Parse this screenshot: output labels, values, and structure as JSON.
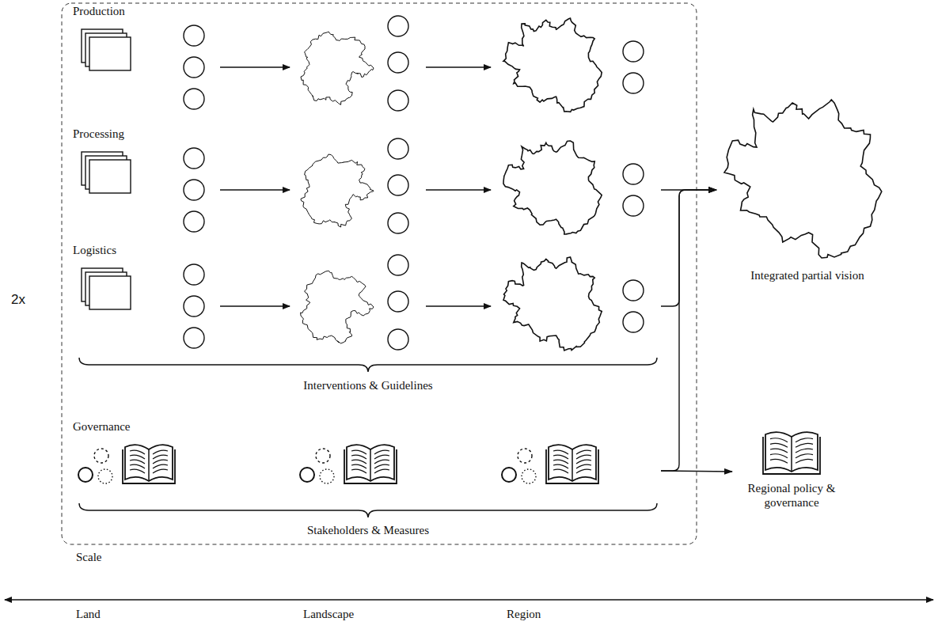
{
  "diagram": {
    "nodes": [
      {
        "text": [
          "Production"
        ]
      },
      {
        "text": [
          "Processing"
        ]
      },
      {
        "text": [
          "Logistics"
        ]
      },
      {
        "text": [
          "Integrated partial vision"
        ]
      },
      {
        "text": [
          "Governance"
        ]
      },
      {
        "text": [
          "Regional policy & governance"
        ]
      }
    ],
    "edges": [
      {
        "from": 1,
        "to": 3,
        "arrow": "to"
      },
      {
        "from": 2,
        "to": 3,
        "arrow": "to"
      },
      {
        "from": 4,
        "to": 3,
        "arrow": "to"
      },
      {
        "from": 4,
        "to": 5,
        "arrow": "to"
      }
    ],
    "labels": [
      "2x",
      "Interventions & Guidelines",
      "Stakeholders & Measures",
      "Scale",
      "Land",
      "Landscape",
      "Region"
    ]
  }
}
